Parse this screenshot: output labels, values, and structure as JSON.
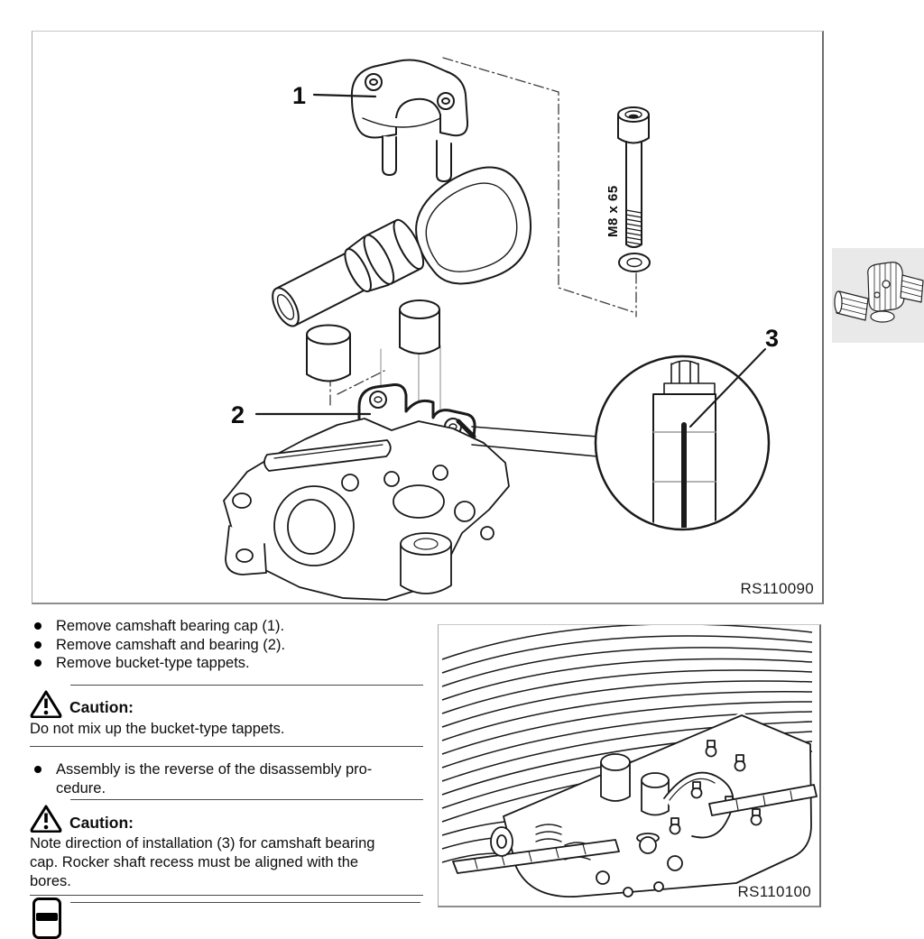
{
  "colors": {
    "line_art": "#1a1a1a",
    "frame_border": "#8d8d8d",
    "thumbnail_background": "#e9e9e9",
    "separator": "#4a4a4a",
    "text": "#0d0d0d"
  },
  "figure_top": {
    "ref": "RS110090",
    "callout_1": "1",
    "callout_2": "2",
    "callout_3": "3",
    "bolt_label": "M8 x 65"
  },
  "sidebar_thumbnail": {
    "icon": "boxer-engine-icon"
  },
  "instructions": {
    "bullets": [
      "Remove camshaft bearing cap (1).",
      "Remove camshaft and bearing (2).",
      "Remove bucket-type tappets."
    ],
    "caution_1": {
      "icon": "warning-triangle-icon",
      "title": "Caution:",
      "body": "Do not mix up the bucket-type tappets."
    },
    "assembly_bullet": "Assembly is the reverse of the disassembly pro-\ncedure.",
    "caution_2": {
      "icon": "warning-triangle-icon",
      "title": "Caution:",
      "body": "Note direction of installation (3) for camshaft bearing\ncap. Rocker shaft recess must be aligned with the\nbores."
    }
  },
  "figure_bottom": {
    "ref": "RS110100"
  },
  "footer": {
    "icon": "tools-icon"
  }
}
